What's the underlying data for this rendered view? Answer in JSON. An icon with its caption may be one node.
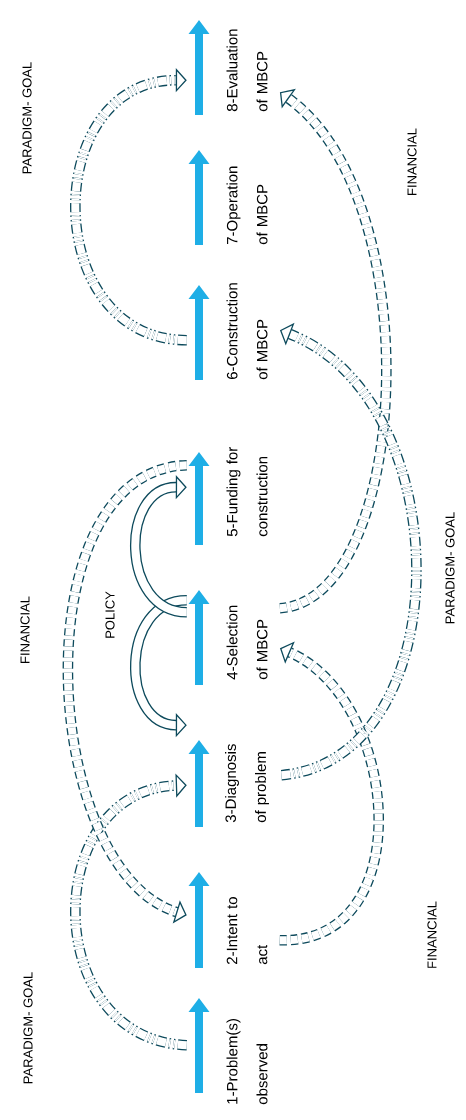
{
  "diagram": {
    "nodes": [
      {
        "text": [
          "1-Problem(s) observed"
        ]
      },
      {
        "text": [
          "2-Intent to act"
        ]
      },
      {
        "text": [
          "3-Diagnosis of problem"
        ]
      },
      {
        "text": [
          "4-Selection of MBCP"
        ]
      },
      {
        "text": [
          "5-Funding for construction"
        ]
      },
      {
        "text": [
          "6-Construction of MBCP"
        ]
      },
      {
        "text": [
          "7-Operation of MBCP"
        ]
      },
      {
        "text": [
          "8-Evaluation of MBCP"
        ]
      }
    ],
    "edges": [
      {
        "from": 0,
        "to": 2,
        "arrow": "to",
        "style": "dashed"
      },
      {
        "from": 4,
        "to": 1,
        "arrow": "to",
        "style": "dashed"
      },
      {
        "from": 3,
        "to": 2,
        "arrow": "to"
      },
      {
        "from": 3,
        "to": 4,
        "arrow": "to"
      },
      {
        "from": 5,
        "to": 7,
        "arrow": "to",
        "style": "dashed"
      },
      {
        "from": 1,
        "to": 3,
        "arrow": "to",
        "style": "dashed"
      },
      {
        "from": 3,
        "to": 7,
        "arrow": "to",
        "style": "dashed"
      },
      {
        "from": 2,
        "to": 5,
        "arrow": "to",
        "style": "dashed"
      }
    ],
    "labels": [
      "PARADIGM- GOAL",
      "FINANCIAL",
      "FINANCIAL",
      "POLICY",
      "PARADIGM- GOAL",
      "FINANCIAL",
      "PARADIGM- GOAL"
    ]
  }
}
